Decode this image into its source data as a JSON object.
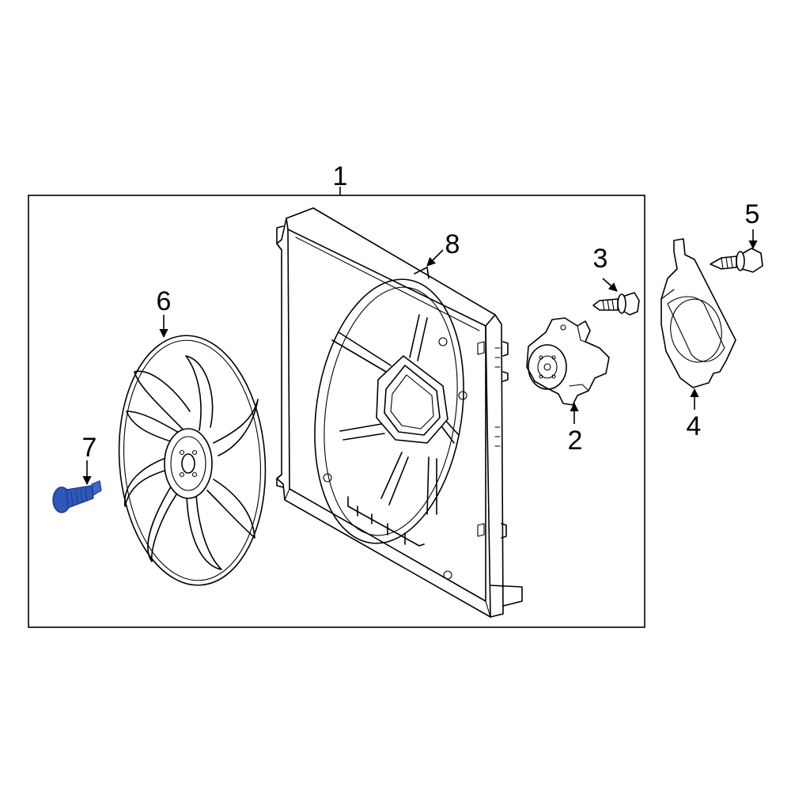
{
  "callouts": [
    {
      "id": "1",
      "label": "1"
    },
    {
      "id": "2",
      "label": "2"
    },
    {
      "id": "3",
      "label": "3"
    },
    {
      "id": "4",
      "label": "4"
    },
    {
      "id": "5",
      "label": "5"
    },
    {
      "id": "6",
      "label": "6"
    },
    {
      "id": "7",
      "label": "7"
    },
    {
      "id": "8",
      "label": "8"
    }
  ],
  "colors": {
    "line": "#000000",
    "background": "#ffffff",
    "highlight_part": "#2f56b8",
    "highlight_dark": "#1a3a8f"
  },
  "highlighted_callout": "7"
}
